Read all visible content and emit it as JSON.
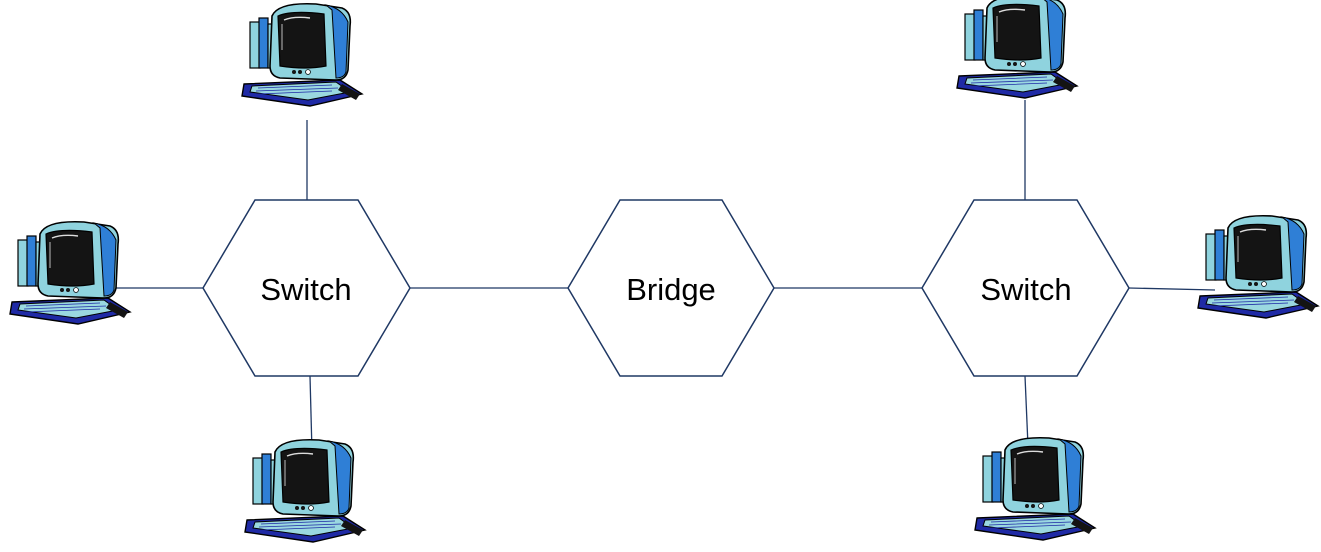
{
  "diagram": {
    "nodes": {
      "left_switch": {
        "label": "Switch"
      },
      "bridge": {
        "label": "Bridge"
      },
      "right_switch": {
        "label": "Switch"
      }
    },
    "computers": [
      {
        "id": "left-top",
        "icon": "desktop-computer-icon",
        "connected_to": "left_switch"
      },
      {
        "id": "left-left",
        "icon": "desktop-computer-icon",
        "connected_to": "left_switch"
      },
      {
        "id": "left-bottom",
        "icon": "desktop-computer-icon",
        "connected_to": "left_switch"
      },
      {
        "id": "right-top",
        "icon": "desktop-computer-icon",
        "connected_to": "right_switch"
      },
      {
        "id": "right-right",
        "icon": "desktop-computer-icon",
        "connected_to": "right_switch"
      },
      {
        "id": "right-bottom",
        "icon": "desktop-computer-icon",
        "connected_to": "right_switch"
      }
    ],
    "links": [
      [
        "left_switch",
        "bridge"
      ],
      [
        "bridge",
        "right_switch"
      ]
    ],
    "colors": {
      "line": "#1f3864",
      "monitor_body": "#8fd3de",
      "monitor_accent": "#2f7fd6",
      "screen": "#141414",
      "keyboard_base": "#1f2aa5",
      "keyboard_keys": "#9ad8e0",
      "outline": "#000000"
    }
  }
}
